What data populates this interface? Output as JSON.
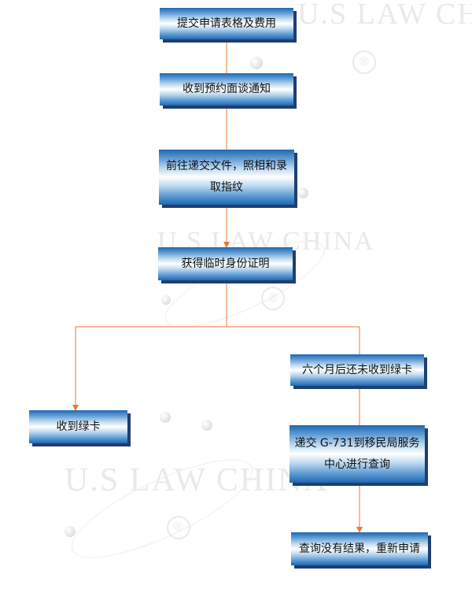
{
  "watermark": {
    "brand": "U.S LAW CHINA",
    "mark": "®"
  },
  "nodes": {
    "submit_forms": "提交申请表格及费用",
    "receive_notice": "收到预约面谈通知",
    "go_submit": "前往递交文件，照相和录取指纹",
    "temp_id": "获得临时身份证明",
    "receive_card": "收到绿卡",
    "not_received": "六个月后还未收到绿卡",
    "submit_g731": "递交 G-731到移民局服务中心进行查询",
    "reapply": "查询没有结果，重新申请"
  },
  "colors": {
    "arrow": "#ee7733",
    "box_dark": "#1f68b2",
    "box_shadow": "#1e3f6f"
  }
}
